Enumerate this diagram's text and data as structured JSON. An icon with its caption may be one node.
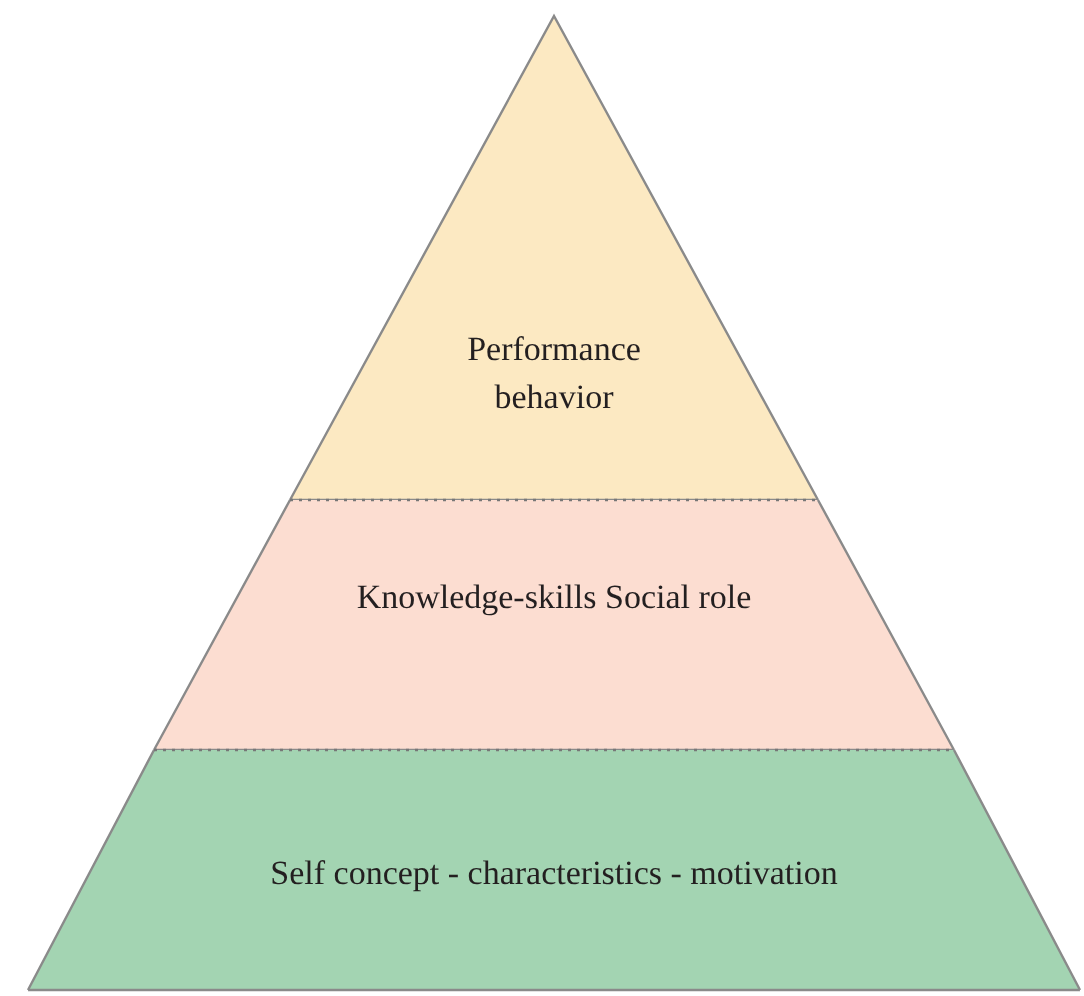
{
  "diagram": {
    "nodes": [
      {
        "text": [
          "Performance behavior"
        ]
      },
      {
        "text": [
          "Knowledge-skills Social role"
        ]
      },
      {
        "text": [
          "Self concept - characteristics - motivation"
        ]
      }
    ]
  }
}
